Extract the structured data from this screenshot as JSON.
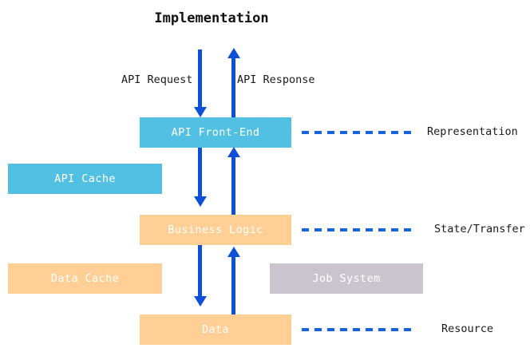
{
  "diagram": {
    "title": "Implementation",
    "colors": {
      "blue_box": "#52c0e3",
      "peach_box": "#ffcf95",
      "gray_box": "#cac5cc",
      "arrow": "#0d4fd8",
      "dash_line": "#1565e0",
      "background": "#ffffff",
      "box_text": "#ffffff",
      "label_text": "#1a1a1a"
    },
    "nodes": {
      "api_front_end": "API Front-End",
      "api_cache": "API Cache",
      "business_logic": "Business Logic",
      "data_cache": "Data Cache",
      "job_system": "Job System",
      "data": "Data"
    },
    "flow_labels": {
      "api_request": "API Request",
      "api_response": "API Response"
    },
    "side_labels": {
      "representation": "Representation",
      "state_transfer": "State/Transfer",
      "resource": "Resource"
    }
  }
}
